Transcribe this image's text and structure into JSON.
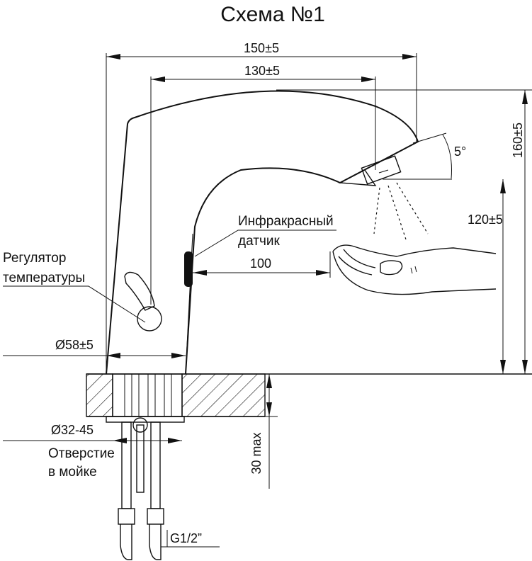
{
  "title": "Схема №1",
  "labels": {
    "sensor_line1": "Инфракрасный",
    "sensor_line2": "датчик",
    "regulator_line1": "Регулятор",
    "regulator_line2": "температуры",
    "hole_line1": "Отверстие",
    "hole_line2": "в мойке"
  },
  "dimensions": {
    "width_total": "150±5",
    "width_spout": "130±5",
    "height_total": "160±5",
    "height_spout": "120±5",
    "sensor_distance": "100",
    "angle": "5°",
    "base_diameter": "Ø58±5",
    "hole_diameter": "Ø32-45",
    "max_thickness": "30 max",
    "thread": "G1/2”"
  }
}
